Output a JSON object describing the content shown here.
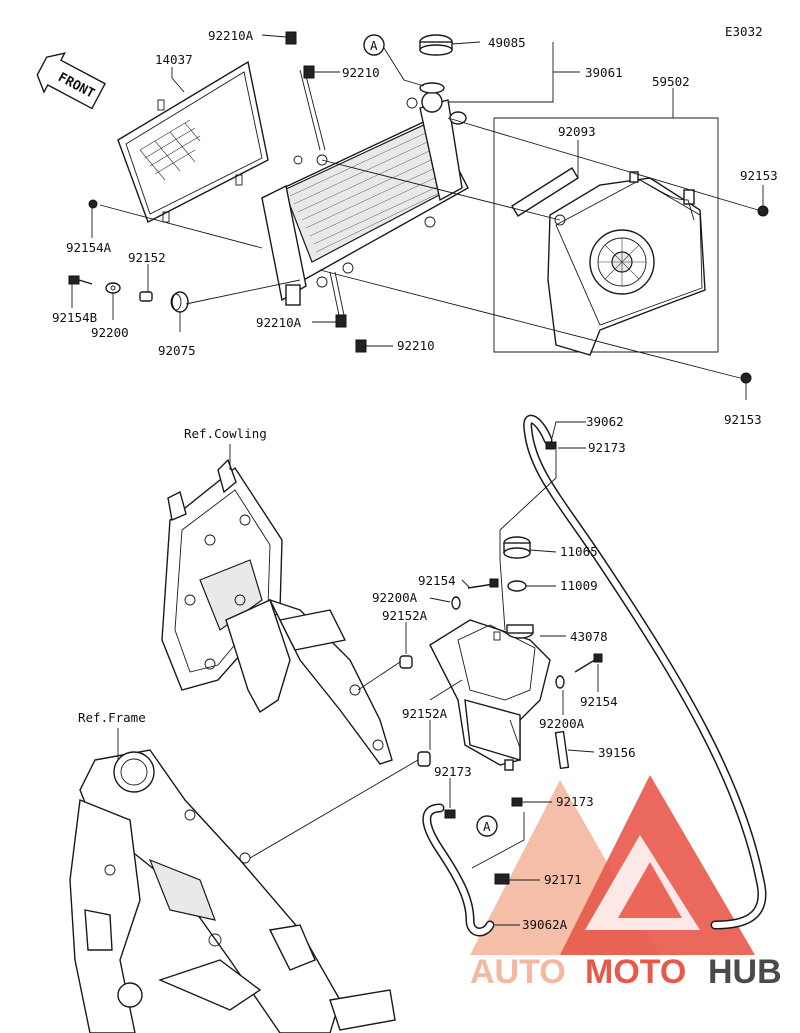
{
  "diagram_code": "E3032",
  "front_label": "FRONT",
  "callout_letter": "A",
  "brand": {
    "part1": "AUTO",
    "part2": "MOTO",
    "part3": "HUB",
    "color_light": "#f4b79f",
    "color_dark": "#e8594a",
    "color_gray": "#4a4a4a"
  },
  "references": {
    "cowling": "Ref.Cowling",
    "frame": "Ref.Frame"
  },
  "parts": {
    "p92210A_top": "92210A",
    "p49085": "49085",
    "p39061": "39061",
    "p14037": "14037",
    "p92210_top": "92210",
    "p59502": "59502",
    "p92093": "92093",
    "p92153_top": "92153",
    "p92154A": "92154A",
    "p92152": "92152",
    "p92154B": "92154B",
    "p92200": "92200",
    "p92075": "92075",
    "p92210A_bot": "92210A",
    "p92210_bot": "92210",
    "p92153_bot": "92153",
    "p39062": "39062",
    "p92173_top": "92173",
    "p11065": "11065",
    "p92154_a": "92154",
    "p11009": "11009",
    "p92200A_a": "92200A",
    "p92152A_a": "92152A",
    "p43078": "43078",
    "p92154_b": "92154",
    "p92200A_b": "92200A",
    "p92152A_b": "92152A",
    "p39156": "39156",
    "p92173_mid": "92173",
    "p92173_right": "92173",
    "p92171": "92171",
    "p39062A": "39062A"
  }
}
